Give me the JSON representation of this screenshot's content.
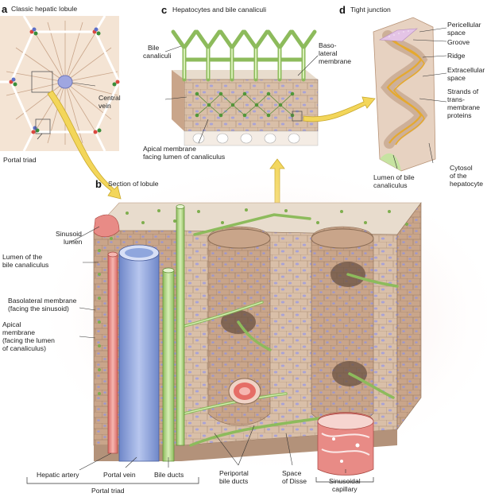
{
  "panels": {
    "a": {
      "letter": "a",
      "title": "Classic hepatic lobule"
    },
    "b": {
      "letter": "b",
      "title": "Section of lobule"
    },
    "c": {
      "letter": "c",
      "title": "Hepatocytes and bile canaliculi"
    },
    "d": {
      "letter": "d",
      "title": "Tight junction"
    }
  },
  "labels_a": {
    "central_vein": [
      "Central",
      "vein"
    ],
    "portal_triad": "Portal triad"
  },
  "labels_c": {
    "bile_canaliculi": [
      "Bile",
      "canaliculi"
    ],
    "basolateral_membrane": [
      "Baso-",
      "lateral",
      "membrane"
    ],
    "apical_membrane": [
      "Apical membrane",
      "facing lumen of canaliculus"
    ]
  },
  "labels_d": {
    "pericellular_space": [
      "Pericellular",
      "space"
    ],
    "groove": "Groove",
    "ridge": "Ridge",
    "extracellular_space": [
      "Extracellular",
      "space"
    ],
    "strands": [
      "Strands of",
      "trans-",
      "membrane",
      "proteins"
    ],
    "lumen_bile": [
      "Lumen of bile",
      "canaliculus"
    ],
    "cytosol": [
      "Cytosol",
      "of the",
      "hepatocyte"
    ]
  },
  "labels_b": {
    "sinusoid_lumen": [
      "Sinusoid",
      "lumen"
    ],
    "lumen_bile_canaliculus": [
      "Lumen of the",
      "bile canaliculus"
    ],
    "basolateral_membrane": [
      "Basolateral membrane",
      "(facing the sinusoid)"
    ],
    "apical_membrane": [
      "Apical",
      "membrane",
      "(facing the lumen",
      "of canaliculus)"
    ],
    "hepatic_artery": "Hepatic artery",
    "portal_vein": "Portal vein",
    "bile_ducts": "Bile ducts",
    "periportal_bile_ducts": [
      "Periportal",
      "bile ducts"
    ],
    "space_of_disse": [
      "Space",
      "of Disse"
    ],
    "sinusoidal_capillary": [
      "Sinusoidal",
      "capillary"
    ],
    "portal_triad": "Portal triad"
  },
  "colors": {
    "hepatocyte": "#d9bfa8",
    "hepatocyte_dark": "#b89478",
    "nucleus": "#a9a3d6",
    "bile_duct": "#b8d98a",
    "portal_vein": "#8fa6dd",
    "artery": "#e88b86",
    "arrow": "#f3d65a",
    "sinusoid_glow": "#f6c7c0"
  }
}
